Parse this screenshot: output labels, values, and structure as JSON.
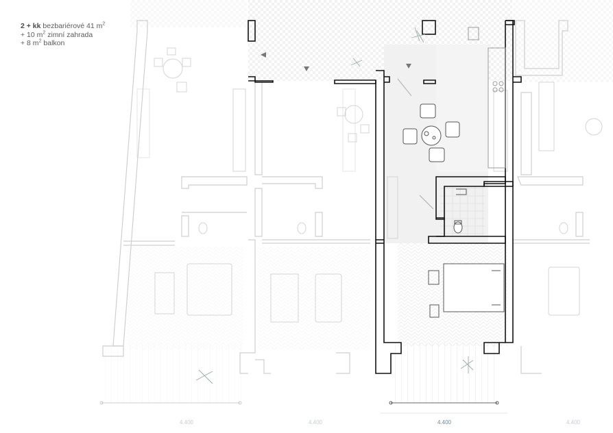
{
  "legend": {
    "title_bold": "2 + kk",
    "title_rest": "bezbariérové 41 m",
    "line2": "+ 10 m",
    "line2_rest": " zimní zahrada",
    "line3": "+ 8 m",
    "line3_rest": " balkon",
    "sup": "2"
  },
  "dimensions": [
    {
      "label": "4.400",
      "active": false
    },
    {
      "label": "4.400",
      "active": false
    },
    {
      "label": "4.400",
      "active": true
    },
    {
      "label": "4.400",
      "active": false
    }
  ],
  "colors": {
    "wall_active": "#111111",
    "wall_faded": "#cfcfcf",
    "highlight_floor": "#f1f1f1",
    "dimension_active": "#6a86a8",
    "dimension_faded": "#c8ccd4"
  }
}
